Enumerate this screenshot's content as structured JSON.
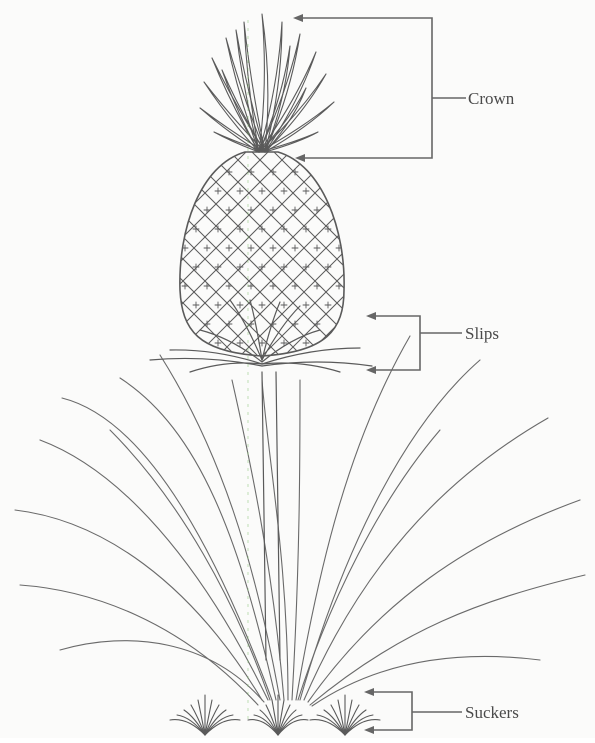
{
  "diagram": {
    "labels": {
      "crown": "Crown",
      "slips": "Slips",
      "suckers": "Suckers"
    },
    "colors": {
      "ink": "#5a5a5a",
      "background": "#fbfbfa",
      "guide_line": "#7fbf6a"
    },
    "icons": [
      "pineapple-plant-illustration"
    ]
  }
}
